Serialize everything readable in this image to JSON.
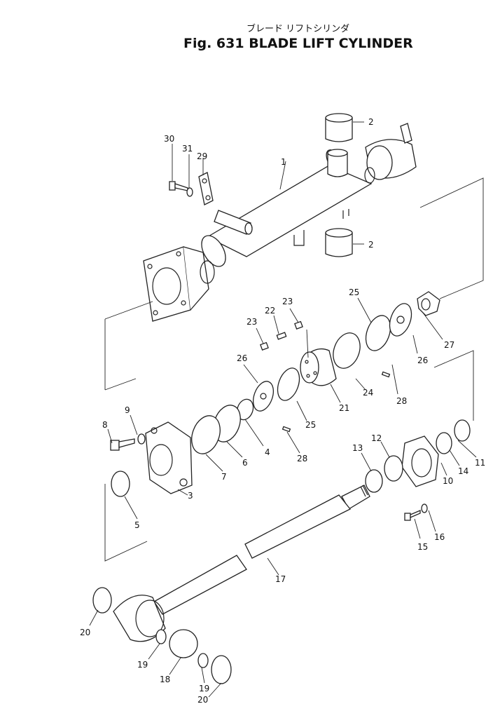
{
  "title_jp": "ブレード リフトシリンダ",
  "title": "Fig. 631 BLADE LIFT CYLINDER",
  "callouts": [
    {
      "id": "c1",
      "label": "1"
    },
    {
      "id": "c2a",
      "label": "2"
    },
    {
      "id": "c2b",
      "label": "2"
    },
    {
      "id": "c3",
      "label": "3"
    },
    {
      "id": "c4",
      "label": "4"
    },
    {
      "id": "c5",
      "label": "5"
    },
    {
      "id": "c6",
      "label": "6"
    },
    {
      "id": "c7",
      "label": "7"
    },
    {
      "id": "c8",
      "label": "8"
    },
    {
      "id": "c9",
      "label": "9"
    },
    {
      "id": "c10",
      "label": "10"
    },
    {
      "id": "c11",
      "label": "11"
    },
    {
      "id": "c12",
      "label": "12"
    },
    {
      "id": "c13",
      "label": "13"
    },
    {
      "id": "c14",
      "label": "14"
    },
    {
      "id": "c15",
      "label": "15"
    },
    {
      "id": "c16",
      "label": "16"
    },
    {
      "id": "c17",
      "label": "17"
    },
    {
      "id": "c18",
      "label": "18"
    },
    {
      "id": "c19a",
      "label": "19"
    },
    {
      "id": "c19b",
      "label": "19"
    },
    {
      "id": "c20a",
      "label": "20"
    },
    {
      "id": "c20b",
      "label": "20"
    },
    {
      "id": "c21",
      "label": "21"
    },
    {
      "id": "c22",
      "label": "22"
    },
    {
      "id": "c23a",
      "label": "23"
    },
    {
      "id": "c23b",
      "label": "23"
    },
    {
      "id": "c24",
      "label": "24"
    },
    {
      "id": "c25a",
      "label": "25"
    },
    {
      "id": "c25b",
      "label": "25"
    },
    {
      "id": "c26a",
      "label": "26"
    },
    {
      "id": "c26b",
      "label": "26"
    },
    {
      "id": "c27",
      "label": "27"
    },
    {
      "id": "c28a",
      "label": "28"
    },
    {
      "id": "c28b",
      "label": "28"
    },
    {
      "id": "c29",
      "label": "29"
    },
    {
      "id": "c30",
      "label": "30"
    },
    {
      "id": "c31",
      "label": "31"
    }
  ]
}
